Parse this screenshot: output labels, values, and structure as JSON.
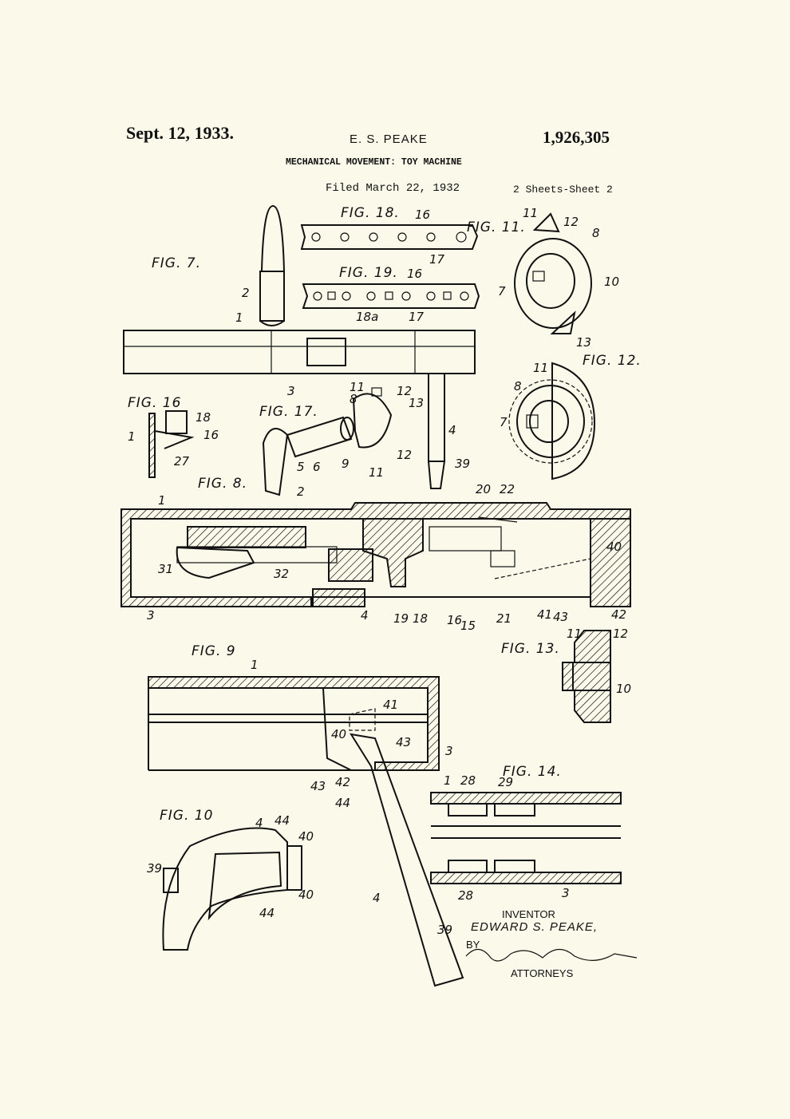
{
  "header": {
    "date": "Sept. 12, 1933.",
    "inventor": "E. S. PEAKE",
    "patent_number": "1,926,305",
    "title": "MECHANICAL MOVEMENT: TOY MACHINE",
    "filed": "Filed March 22, 1932",
    "sheets": "2 Sheets-Sheet 2"
  },
  "figures": {
    "fig7": "FIG. 7.",
    "fig8": "FIG. 8.",
    "fig9": "FIG. 9",
    "fig10": "FIG. 10",
    "fig11": "FIG. 11.",
    "fig12": "FIG. 12.",
    "fig13": "FIG. 13.",
    "fig14": "FIG. 14.",
    "fig16": "FIG. 16",
    "fig17": "FIG. 17.",
    "fig18": "FIG. 18.",
    "fig19": "FIG. 19."
  },
  "signature": {
    "inventor_label": "INVENTOR",
    "inventor_name": "EDWARD S. PEAKE,",
    "by": "BY",
    "attorneys": "ATTORNEYS"
  },
  "reference_numerals": {
    "n1": "1",
    "n2": "2",
    "n3": "3",
    "n4": "4",
    "n5": "5",
    "n6": "6",
    "n7": "7",
    "n8": "8",
    "n9": "9",
    "n10": "10",
    "n11": "11",
    "n12": "12",
    "n13": "13",
    "n15": "15",
    "n16": "16",
    "n17": "17",
    "n18": "18",
    "n18a": "18a",
    "n19": "19",
    "n20": "20",
    "n21": "21",
    "n22": "22",
    "n27": "27",
    "n28": "28",
    "n29": "29",
    "n31": "31",
    "n32": "32",
    "n39": "39",
    "n40": "40",
    "n41": "41",
    "n42": "42",
    "n43": "43",
    "n44": "44"
  }
}
